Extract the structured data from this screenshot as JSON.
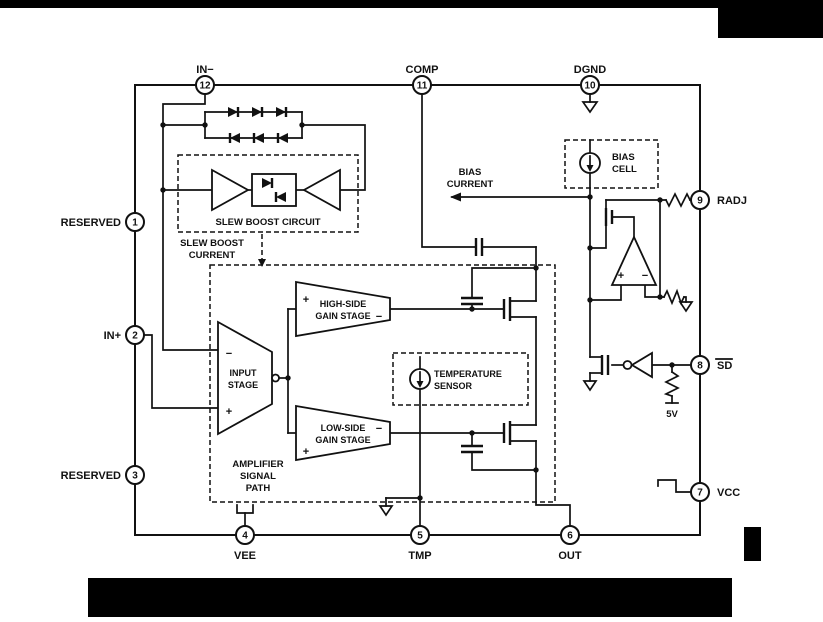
{
  "colors": {
    "ink": "#111111",
    "paper": "#ffffff",
    "artifact": "#000000"
  },
  "pins": [
    {
      "num": "12",
      "label": "IN−"
    },
    {
      "num": "11",
      "label": "COMP"
    },
    {
      "num": "10",
      "label": "DGND"
    },
    {
      "num": "9",
      "label": "RADJ"
    },
    {
      "num": "8",
      "label": "SD"
    },
    {
      "num": "7",
      "label": "VCC"
    },
    {
      "num": "6",
      "label": "OUT"
    },
    {
      "num": "5",
      "label": "TMP"
    },
    {
      "num": "4",
      "label": "VEE"
    },
    {
      "num": "3",
      "label": "RESERVED"
    },
    {
      "num": "2",
      "label": "IN+"
    },
    {
      "num": "1",
      "label": "RESERVED"
    }
  ],
  "labels": {
    "slew_boost_circuit": "SLEW BOOST CIRCUIT",
    "slew_boost_current_line1": "SLEW BOOST",
    "slew_boost_current_line2": "CURRENT",
    "bias_current_line1": "BIAS",
    "bias_current_line2": "CURRENT",
    "bias_cell_line1": "BIAS",
    "bias_cell_line2": "CELL",
    "high_side_line1": "HIGH-SIDE",
    "high_side_line2": "GAIN STAGE",
    "low_side_line1": "LOW-SIDE",
    "low_side_line2": "GAIN STAGE",
    "input_stage_line1": "INPUT",
    "input_stage_line2": "STAGE",
    "temp_sensor_line1": "TEMPERATURE",
    "temp_sensor_line2": "SENSOR",
    "amp_path_line1": "AMPLIFIER",
    "amp_path_line2": "SIGNAL",
    "amp_path_line3": "PATH",
    "supply_5v": "5V",
    "plus": "+",
    "minus": "−"
  }
}
